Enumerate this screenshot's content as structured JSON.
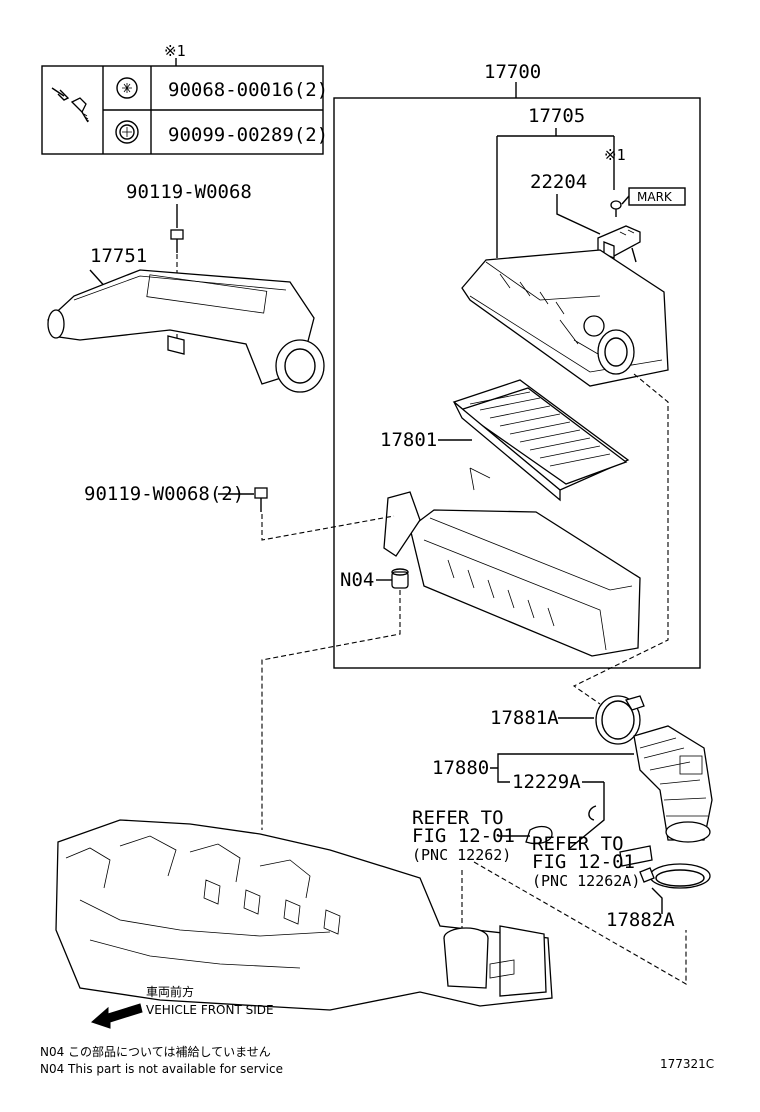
{
  "legend": {
    "marker": "※1",
    "rows": [
      {
        "part": "90068-00016(2)",
        "icon": "phillips-screw-icon"
      },
      {
        "part": "90099-00289(2)",
        "icon": "washer-screw-icon"
      }
    ]
  },
  "labels": {
    "p17700": "17700",
    "p17705": "17705",
    "p22204": "22204",
    "mark_ref": "※1",
    "mark": "MARK",
    "p90119_top": "90119-W0068",
    "p17751": "17751",
    "p17801": "17801",
    "p90119_bottom": "90119-W0068(2)",
    "n04": "N04",
    "p17881a": "17881A",
    "p17880": "17880",
    "p12229a": "12229A",
    "refer1_line1": "REFER TO",
    "refer1_line2": "FIG 12-01",
    "refer1_line3": "(PNC 12262)",
    "refer2_line1": "REFER TO",
    "refer2_line2": "FIG 12-01",
    "refer2_line3": "(PNC 12262A)",
    "p17882a": "17882A"
  },
  "direction": {
    "jp": "車両前方",
    "en": "VEHICLE FRONT SIDE"
  },
  "footnotes": [
    "N04  この部品については補給していません",
    "N04  This part is not available for service"
  ],
  "figure_id": "177321C"
}
